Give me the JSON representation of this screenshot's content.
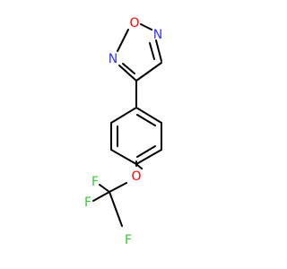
{
  "molecule": {
    "atoms": {
      "ring_o": "O",
      "ring_n_right": "N",
      "ring_n_left": "N",
      "ether_o": "O",
      "f_left": "F",
      "f_top": "F",
      "f_bottom": "F"
    }
  },
  "colors": {
    "bond": "#000000",
    "nitrogen": "#3333ff",
    "oxygen": "#ff0000",
    "fluorine": "#33cc33"
  }
}
